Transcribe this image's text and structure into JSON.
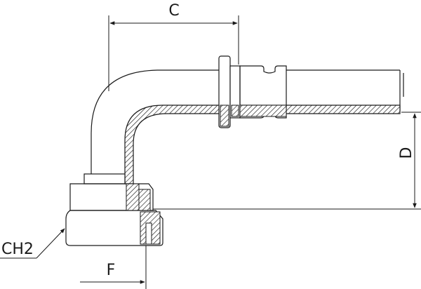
{
  "labels": {
    "c": "C",
    "d": "D",
    "f": "F",
    "ch2": "CH2"
  }
}
